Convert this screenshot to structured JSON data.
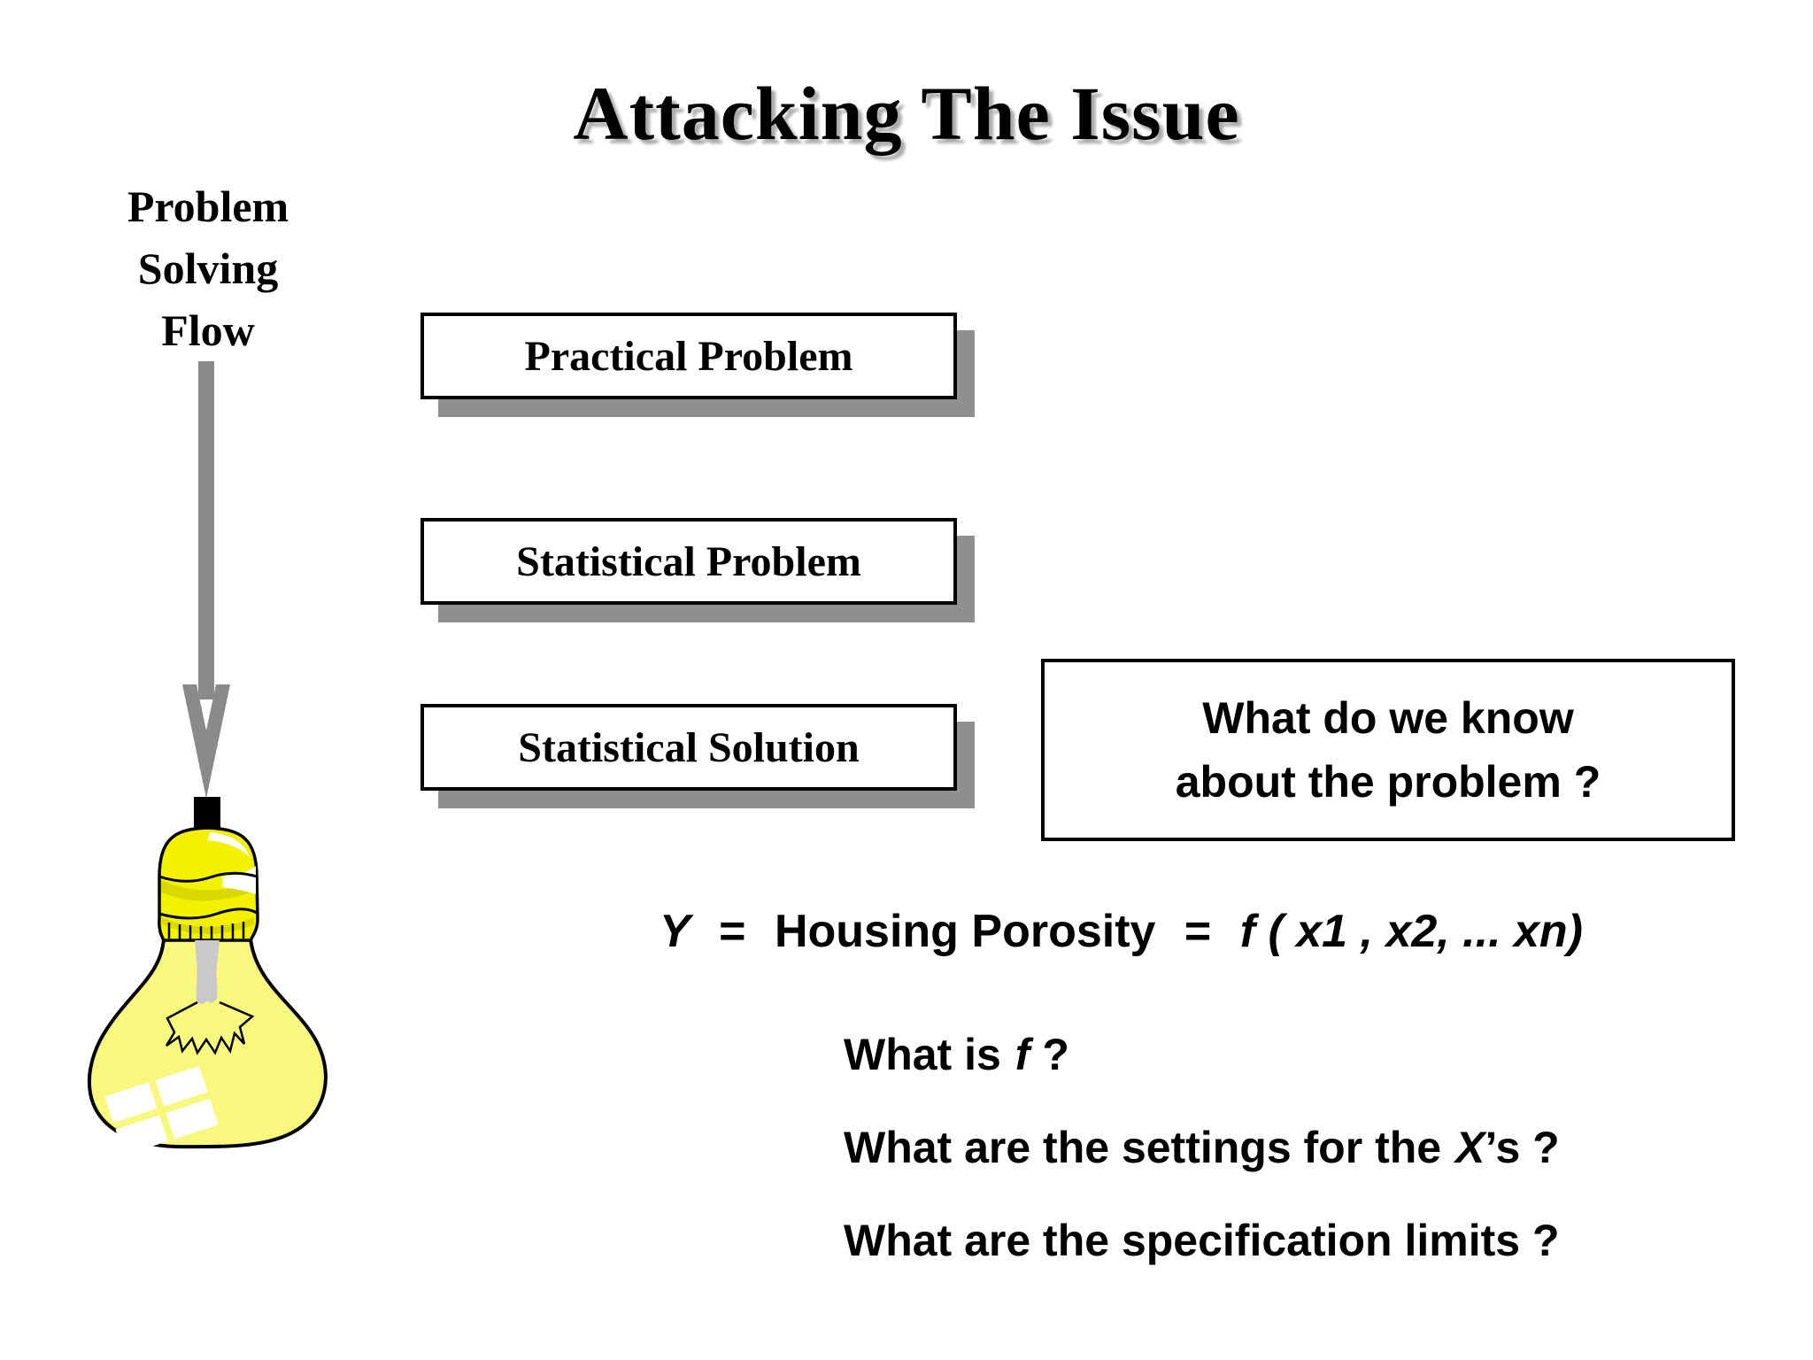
{
  "title": "Attacking The Issue",
  "flow_label_lines": [
    "Problem",
    "Solving",
    "Flow"
  ],
  "flow_boxes": [
    "Practical Problem",
    "Statistical Problem",
    "Statistical Solution"
  ],
  "know_box": {
    "line1": "What do we know",
    "line2": "about the problem ?"
  },
  "formula": {
    "y_var": "Y",
    "equals": "=",
    "middle": "Housing Porosity",
    "fx": "f ( x1 , x2, ... xn)"
  },
  "questions": [
    {
      "pre": "What is",
      "it": "f",
      "post": "?"
    },
    {
      "pre": "What are the settings for the",
      "it": "X",
      "post": "’s ?"
    },
    {
      "pre": "What are the specification limits ?",
      "it": "",
      "post": ""
    }
  ],
  "icons": {
    "arrow": "down-arrow",
    "bulb": "light-bulb"
  },
  "colors": {
    "title_shadow": "#ababab",
    "box_shadow": "#8f8f8f",
    "arrow_gray": "#8a8a8a",
    "bulb_cap_yellow": "#f2f200",
    "bulb_cap_shade": "#d9d900",
    "bulb_globe_yellow": "#f8f87e",
    "stem_gray": "#c9c9c9",
    "outline_black": "#000000"
  }
}
